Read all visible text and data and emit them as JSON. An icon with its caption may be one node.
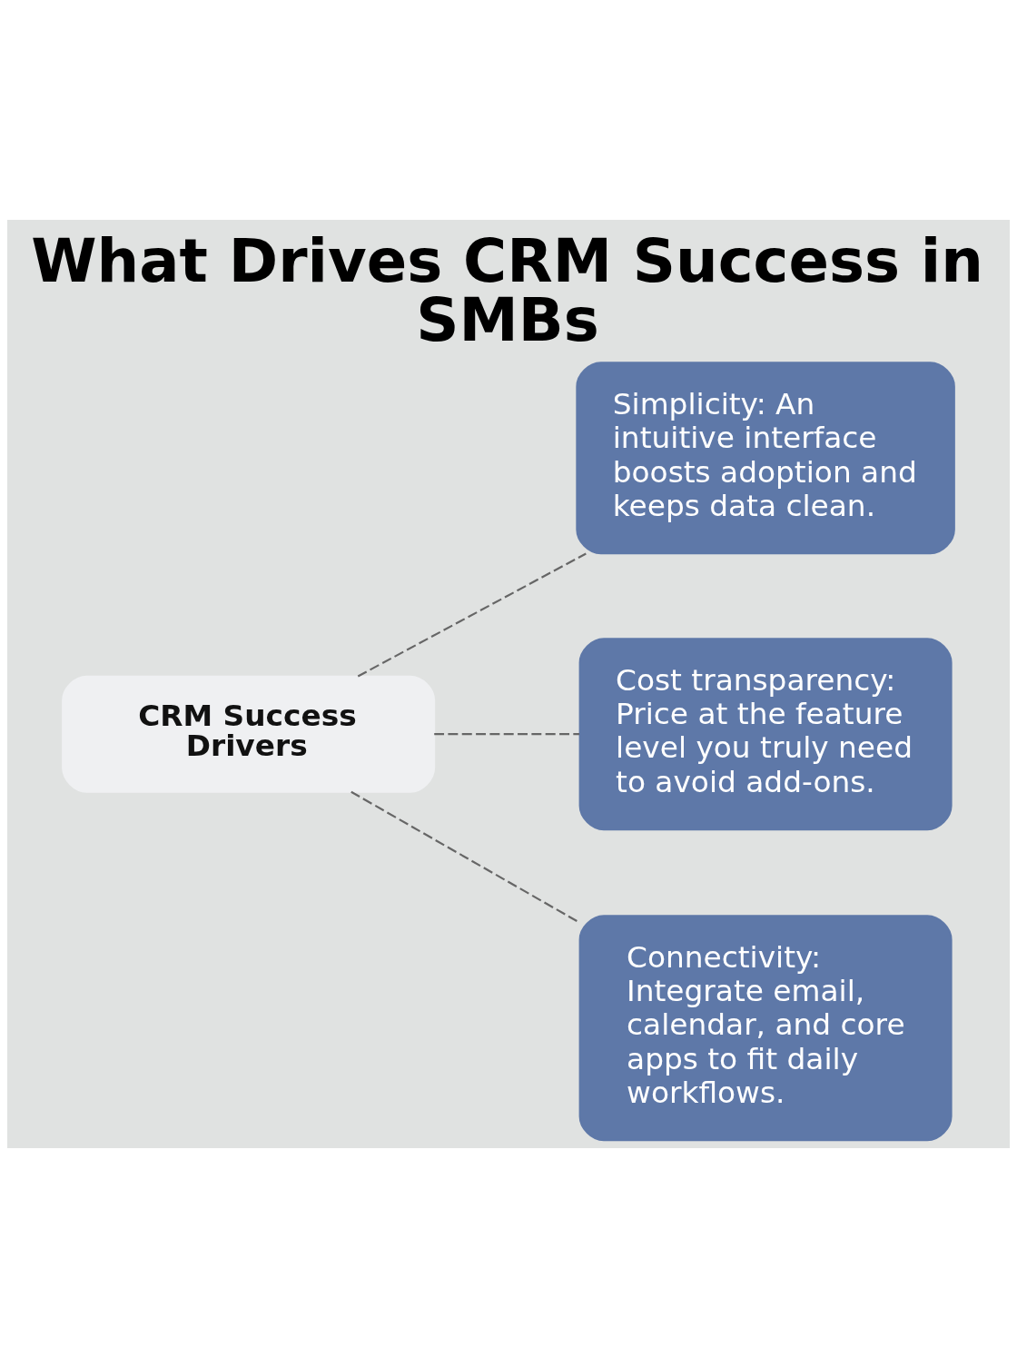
{
  "diagram": {
    "title": "What Drives CRM Success in SMBs",
    "nodes": [
      {
        "text": [
          "CRM Success Drivers"
        ]
      },
      {
        "text": [
          "Simplicity: An intuitive interface boosts adoption and keeps data clean."
        ]
      },
      {
        "text": [
          "Cost transparency: Price at the feature level you truly need to avoid add-ons."
        ]
      },
      {
        "text": [
          "Connectivity: Integrate email, calendar, and core apps to fit daily workflows."
        ]
      }
    ],
    "edges": [
      {
        "from": 0,
        "to": 1,
        "arrow": "none",
        "style": "dashed"
      },
      {
        "from": 0,
        "to": 2,
        "arrow": "none",
        "style": "dashed"
      },
      {
        "from": 0,
        "to": 3,
        "arrow": "none",
        "style": "dashed"
      }
    ]
  }
}
